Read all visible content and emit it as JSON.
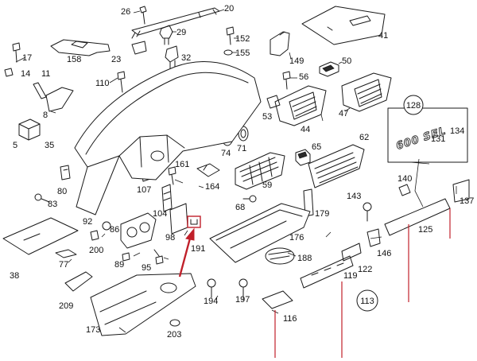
{
  "diagram": {
    "labels": [
      {
        "id": "26",
        "text": "26"
      },
      {
        "id": "20",
        "text": "20"
      },
      {
        "id": "41",
        "text": "41"
      },
      {
        "id": "29",
        "text": "29"
      },
      {
        "id": "152",
        "text": "152"
      },
      {
        "id": "155",
        "text": "155"
      },
      {
        "id": "17",
        "text": "17"
      },
      {
        "id": "158",
        "text": "158"
      },
      {
        "id": "23",
        "text": "23"
      },
      {
        "id": "32",
        "text": "32"
      },
      {
        "id": "149",
        "text": "149"
      },
      {
        "id": "50",
        "text": "50"
      },
      {
        "id": "14",
        "text": "14"
      },
      {
        "id": "11",
        "text": "11"
      },
      {
        "id": "110",
        "text": "110"
      },
      {
        "id": "56",
        "text": "56"
      },
      {
        "id": "8",
        "text": "8"
      },
      {
        "id": "53",
        "text": "53"
      },
      {
        "id": "47",
        "text": "47"
      },
      {
        "id": "44",
        "text": "44"
      },
      {
        "id": "5",
        "text": "5"
      },
      {
        "id": "35",
        "text": "35"
      },
      {
        "id": "74",
        "text": "74"
      },
      {
        "id": "71",
        "text": "71"
      },
      {
        "id": "65",
        "text": "65"
      },
      {
        "id": "62",
        "text": "62"
      },
      {
        "id": "134",
        "text": "134"
      },
      {
        "id": "131",
        "text": "131"
      },
      {
        "id": "161",
        "text": "161"
      },
      {
        "id": "80",
        "text": "80"
      },
      {
        "id": "107",
        "text": "107"
      },
      {
        "id": "164",
        "text": "164"
      },
      {
        "id": "59",
        "text": "59"
      },
      {
        "id": "140",
        "text": "140"
      },
      {
        "id": "137",
        "text": "137"
      },
      {
        "id": "83",
        "text": "83"
      },
      {
        "id": "104",
        "text": "104"
      },
      {
        "id": "143",
        "text": "143"
      },
      {
        "id": "68",
        "text": "68"
      },
      {
        "id": "179",
        "text": "179"
      },
      {
        "id": "92",
        "text": "92"
      },
      {
        "id": "86",
        "text": "86"
      },
      {
        "id": "98",
        "text": "98"
      },
      {
        "id": "125",
        "text": "125"
      },
      {
        "id": "176",
        "text": "176"
      },
      {
        "id": "200",
        "text": "200"
      },
      {
        "id": "191",
        "text": "191"
      },
      {
        "id": "146",
        "text": "146"
      },
      {
        "id": "38",
        "text": "38"
      },
      {
        "id": "77",
        "text": "77"
      },
      {
        "id": "89",
        "text": "89"
      },
      {
        "id": "95",
        "text": "95"
      },
      {
        "id": "188",
        "text": "188"
      },
      {
        "id": "119",
        "text": "119"
      },
      {
        "id": "122",
        "text": "122"
      },
      {
        "id": "209",
        "text": "209"
      },
      {
        "id": "194",
        "text": "194"
      },
      {
        "id": "197",
        "text": "197"
      },
      {
        "id": "173",
        "text": "173"
      },
      {
        "id": "203",
        "text": "203"
      },
      {
        "id": "116",
        "text": "116"
      }
    ],
    "badges": [
      {
        "id": "128",
        "text": "128"
      },
      {
        "id": "113",
        "text": "113"
      }
    ],
    "nameplate_text": "600 SEL",
    "highlight_color": "#c0202a",
    "line_color": "#1a1a1a"
  }
}
